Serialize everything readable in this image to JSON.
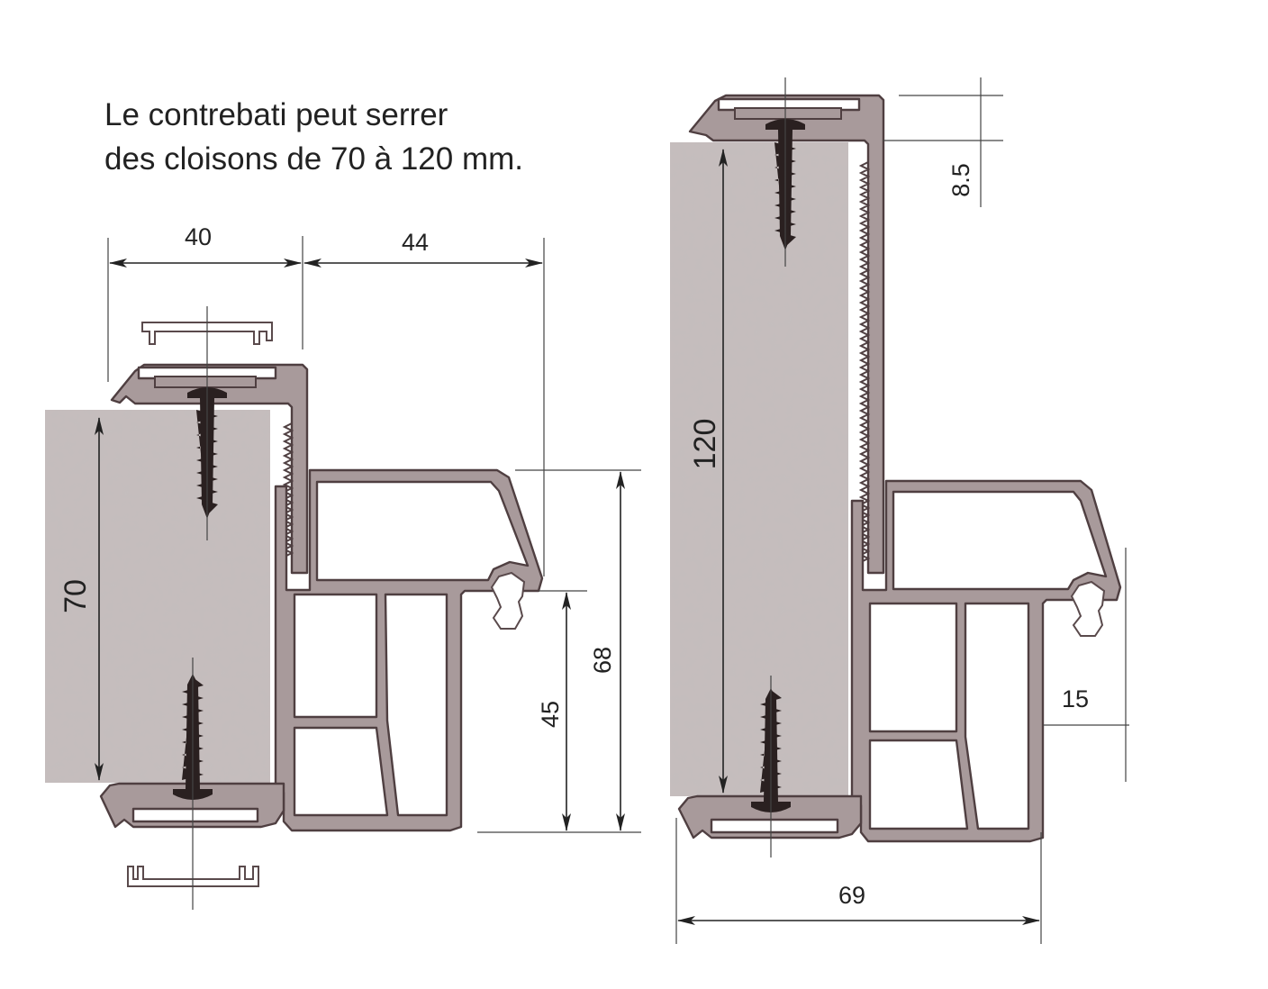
{
  "caption": {
    "line1": "Le contrebati peut serrer",
    "line2": "des cloisons de 70 à 120 mm."
  },
  "dimensions": {
    "left": {
      "d40": "40",
      "d44": "44",
      "d70": "70",
      "d45": "45",
      "d68": "68"
    },
    "right": {
      "d120": "120",
      "d8_5": "8.5",
      "d15": "15",
      "d69": "69"
    }
  },
  "colors": {
    "profile_fill": "#a89a9b",
    "profile_stroke": "#4f3f41",
    "partition_fill": "#c5bdbd",
    "screw": "#2a2020"
  }
}
